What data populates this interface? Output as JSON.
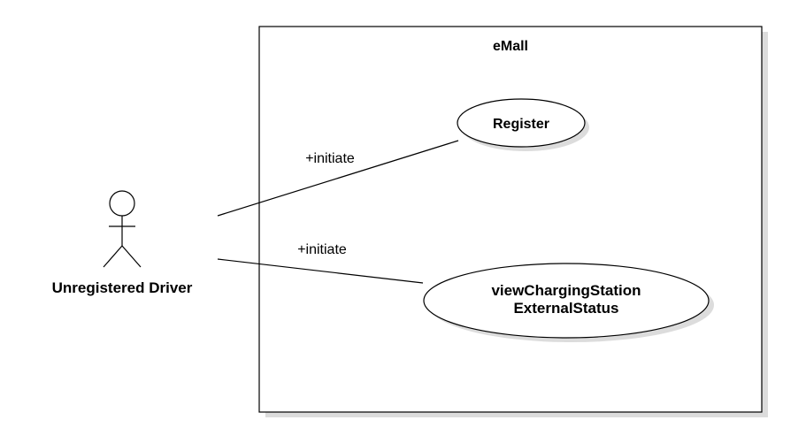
{
  "diagram": {
    "system": {
      "name": "eMall"
    },
    "actor": {
      "name": "Unregistered Driver"
    },
    "use_cases": [
      {
        "lines": [
          "Register"
        ]
      },
      {
        "lines": [
          "viewChargingStation",
          "ExternalStatus"
        ]
      }
    ],
    "associations": [
      {
        "label": "+initiate"
      },
      {
        "label": "+initiate"
      }
    ],
    "colors": {
      "line": "#000000",
      "shadow": "#d9d9d9",
      "fill": "#ffffff"
    }
  }
}
